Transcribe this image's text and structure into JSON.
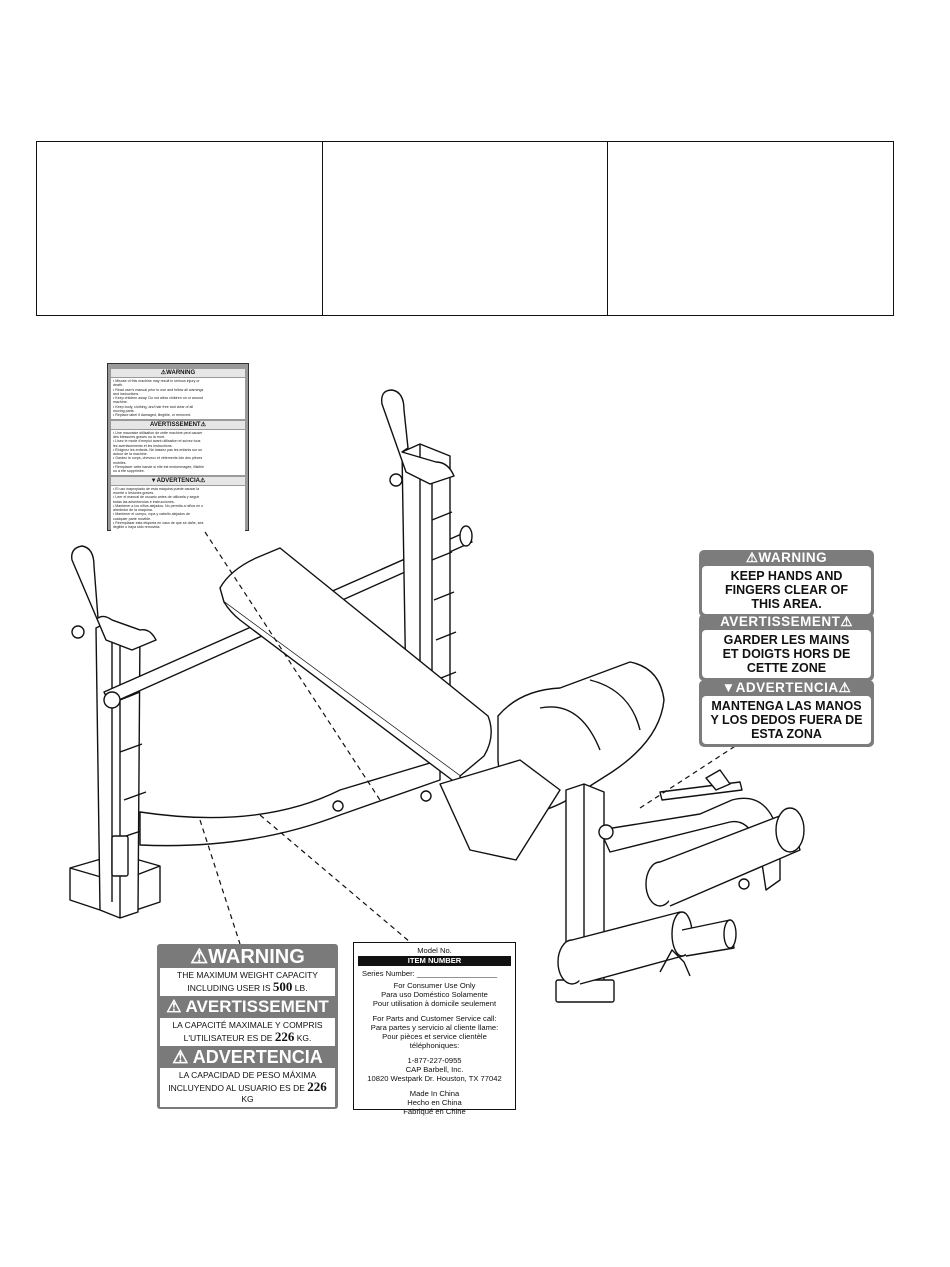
{
  "labels": {
    "small_warning": {
      "warning_head": "⚠WARNING",
      "warning_lines": [
        "• Misuse of this machine may result in serious injury or",
        "  death.",
        "• Read user's manual prior to use and follow all warnings",
        "  and instructions.",
        "• Keep children away. Do not allow children on or around",
        "  machine.",
        "• Keep body, clothing, and hair free and clear of all",
        "  moving parts.",
        "• Replace label if damaged, illegible, or removed."
      ],
      "avert_head": "AVERTISSEMENT⚠",
      "avert_lines": [
        "• Une mauvaise utilisation de cette machine peut causer",
        "  des blessures graves ou la mort.",
        "• Lisez le mode d'emploi avant utilisation et suivez tous",
        "  les avertissements et les instructions.",
        "• Éloignez les enfants. Ne laissez pas les enfants sur ou",
        "  autour de la machine.",
        "• Gardez le corps, cheveux et vêtements loin des pièces",
        "  mobiles.",
        "• Remplacer cette bande si elle est endommagée, illisible",
        "  ou a été supprimée."
      ],
      "advert_head": "▼ADVERTENCIA⚠",
      "advert_lines": [
        "• El uso inapropiado de esta máquina puede causar la",
        "  muerte o lesiones graves.",
        "• Leer el manual de usuario antes de utilizarla y seguir",
        "  todas las advertencias e instrucciones.",
        "• Mantener a los niños alejados. No permita a niños en o",
        "  alrededor de la maquina.",
        "• Mantener el cuerpo, ropa y cabello alejados de",
        "  cualquier parte movible.",
        "• Reemplazar esta etiqueta en caso de que se dañe, sea",
        "  ilegible o haya sido removida."
      ]
    },
    "hand_warnings": [
      {
        "head": "⚠WARNING",
        "lines": [
          "KEEP HANDS AND",
          "FINGERS CLEAR OF",
          "THIS AREA."
        ]
      },
      {
        "head": "AVERTISSEMENT⚠",
        "lines": [
          "GARDER LES MAINS",
          "ET DOIGTS HORS DE",
          "CETTE ZONE"
        ]
      },
      {
        "head": "▼ADVERTENCIA⚠",
        "lines": [
          "MANTENGA LAS MANOS",
          "Y LOS DEDOS FUERA DE",
          "ESTA ZONA"
        ]
      }
    ],
    "capacity": {
      "warning_head": "⚠WARNING",
      "warning_line1": "THE MAXIMUM WEIGHT CAPACITY",
      "warning_line2_pre": "INCLUDING USER IS",
      "warning_value": "500",
      "warning_unit": "LB.",
      "avert_head": "⚠ AVERTISSEMENT",
      "avert_line1": "LA CAPACITÉ MAXIMALE Y COMPRIS",
      "avert_line2_pre": "L'UTILISATEUR ES DE",
      "avert_value": "226",
      "avert_unit": "KG.",
      "advert_head": "⚠ ADVERTENCIA",
      "advert_line1": "LA CAPACIDAD DE PESO MÁXIMA",
      "advert_line2_pre": "INCLUYENDO AL USUARIO ES DE",
      "advert_value": "226",
      "advert_unit": "KG"
    },
    "model": {
      "model_no": "Model No.",
      "item_number": "ITEM NUMBER",
      "series": "Series Number: ___________________",
      "consumer": [
        "For Consumer Use Only",
        "Para uso Doméstico Solamente",
        "Pour utilisation à domicile seulement"
      ],
      "service": [
        "For Parts and Customer Service call:",
        "Para partes y servicio al cliente llame:",
        "Pour pièces et service clientèle",
        "téléphoniques:"
      ],
      "contact": [
        "1-877-227-0955",
        "CAP Barbell, Inc.",
        "10820 Westpark Dr. Houston, TX 77042"
      ],
      "origin": [
        "Made In China",
        "Hecho en China",
        "Fabriqué en Chine"
      ]
    }
  }
}
